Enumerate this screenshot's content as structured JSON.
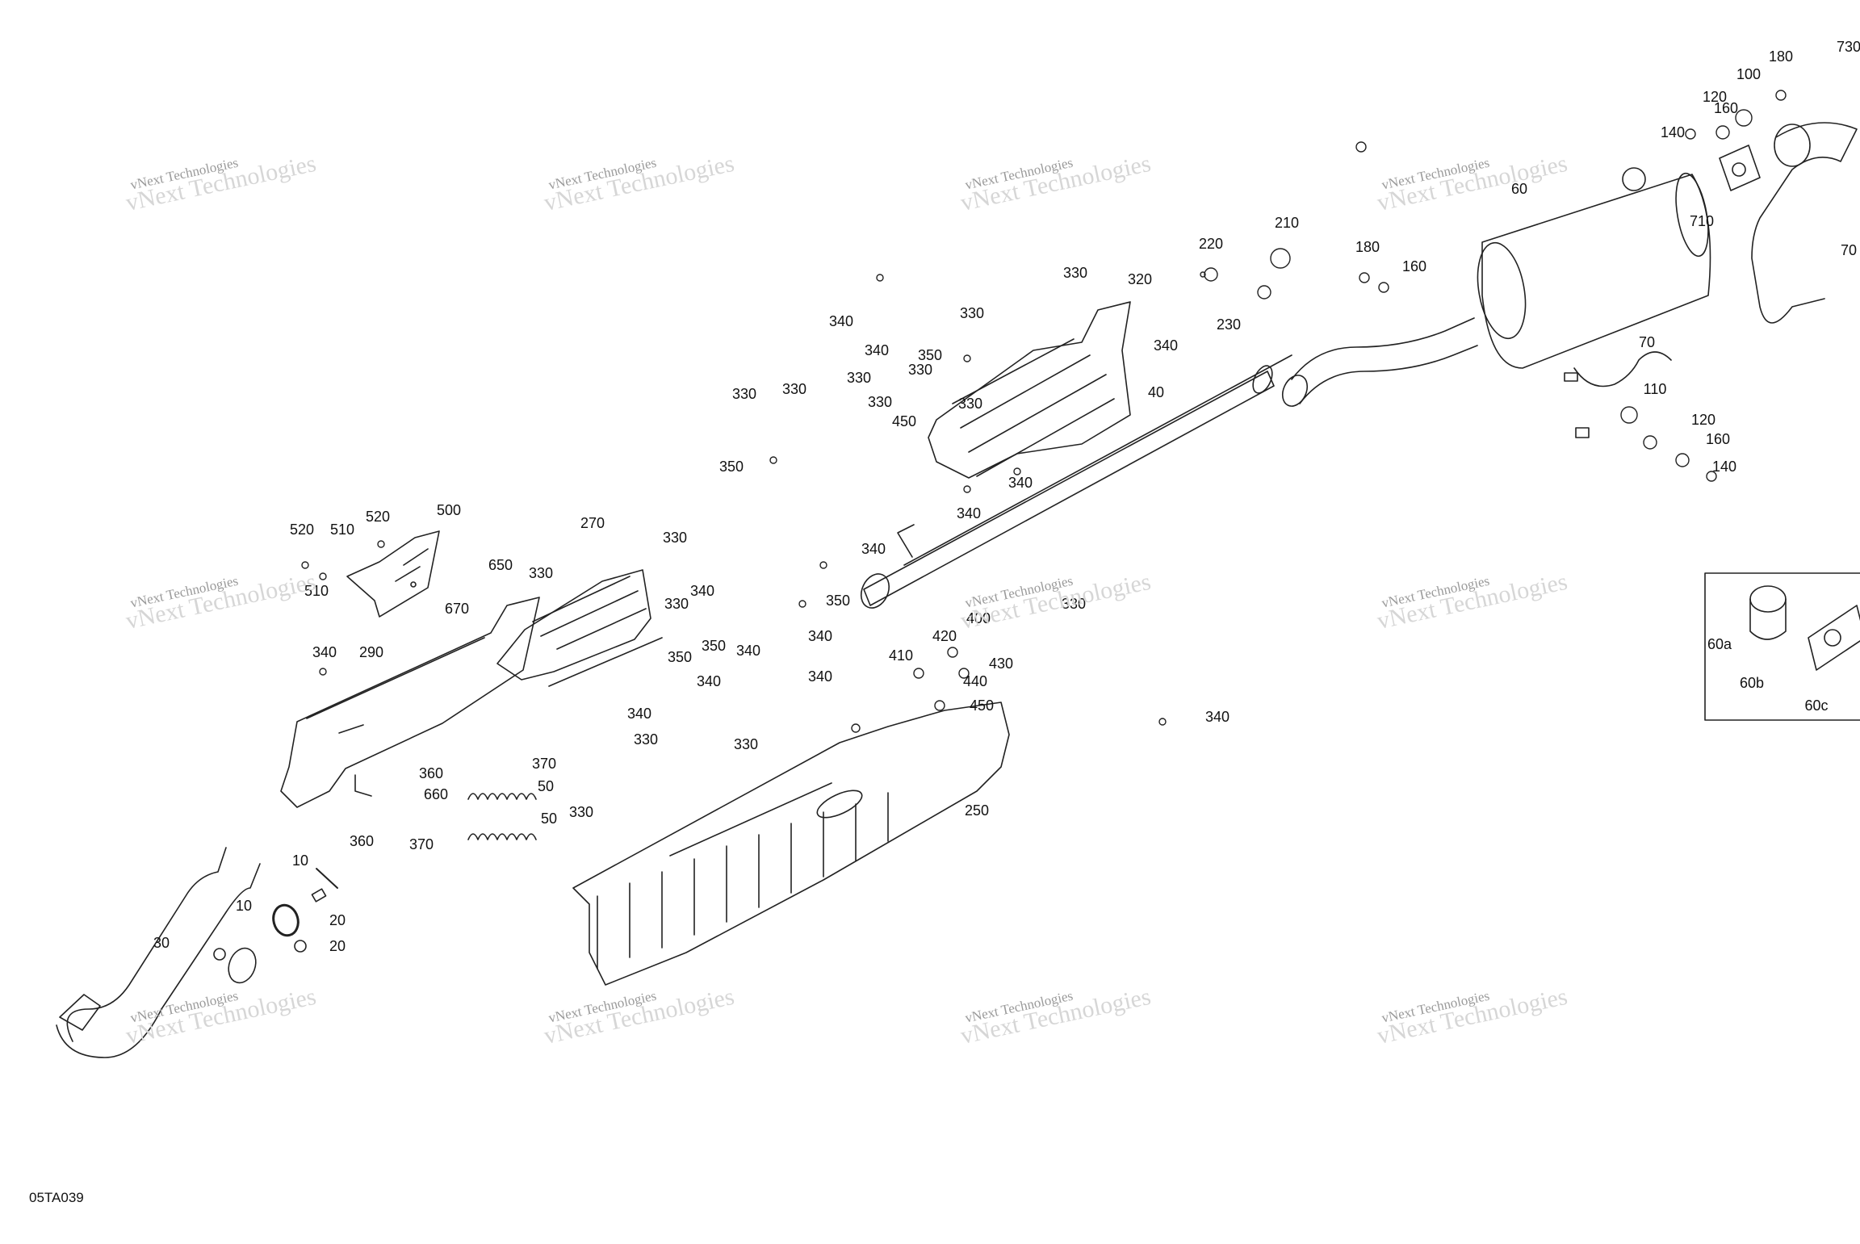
{
  "diagram_code": "05TA039",
  "watermark": {
    "line1": "vNext Technologies",
    "line2": "vNext Technologies"
  },
  "part_labels": [
    "10",
    "10",
    "20",
    "20",
    "30",
    "40",
    "50",
    "50",
    "60",
    "60a",
    "60b",
    "60c",
    "70",
    "70",
    "100",
    "110",
    "120",
    "120",
    "140",
    "140",
    "160",
    "160",
    "160",
    "180",
    "180",
    "210",
    "220",
    "230",
    "250",
    "270",
    "290",
    "320",
    "330",
    "330",
    "330",
    "330",
    "330",
    "330",
    "330",
    "330",
    "330",
    "330",
    "330",
    "330",
    "330",
    "330",
    "330",
    "340",
    "340",
    "340",
    "340",
    "340",
    "340",
    "340",
    "340",
    "340",
    "340",
    "340",
    "340",
    "340",
    "340",
    "350",
    "350",
    "350",
    "350",
    "350",
    "360",
    "360",
    "370",
    "370",
    "400",
    "410",
    "420",
    "430",
    "440",
    "450",
    "450",
    "500",
    "510",
    "510",
    "520",
    "520",
    "650",
    "660",
    "670",
    "710",
    "730"
  ]
}
